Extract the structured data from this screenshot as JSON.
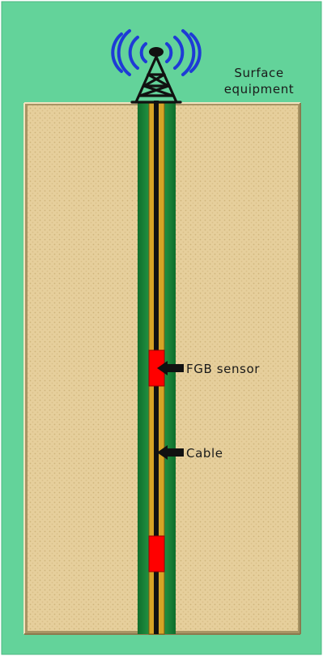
{
  "labels": {
    "surface_line1": "Surface",
    "surface_line2": "equipment",
    "sensor": "FGB sensor",
    "cable": "Cable"
  },
  "icons": {
    "surface": "radio-tower-icon",
    "pointer": "arrow-left-icon"
  },
  "colors": {
    "background": "#63d39a",
    "formation": "#e6cf9c",
    "well_casing": "#1f8f3f",
    "tubing": "#d6a426",
    "cable": "#111111",
    "sensor": "#ff0000",
    "signal": "#1e3bd6"
  }
}
